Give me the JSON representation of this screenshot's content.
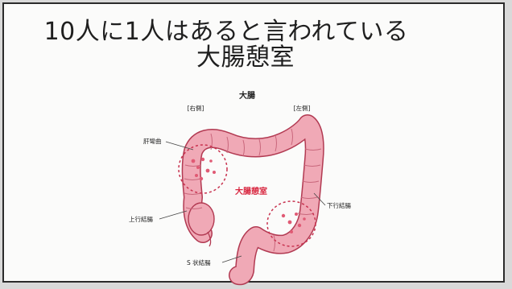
{
  "slide": {
    "title_line1": "10人に1人はあると言われている",
    "title_line2": "大腸憩室"
  },
  "diagram": {
    "heading": "大腸",
    "side_right": "[右側]",
    "side_left": "[左側]",
    "labels": {
      "hepatic_flexure": "肝彎曲",
      "ascending_colon": "上行結腸",
      "descending_colon": "下行結腸",
      "sigmoid_colon": "S 状結腸",
      "diverticulum": "大腸憩室"
    },
    "colors": {
      "colon_fill": "#f0a9b6",
      "colon_outline": "#b23a52",
      "highlight_circle": "#c8324f",
      "diverticulum_label": "#d8263f"
    }
  }
}
